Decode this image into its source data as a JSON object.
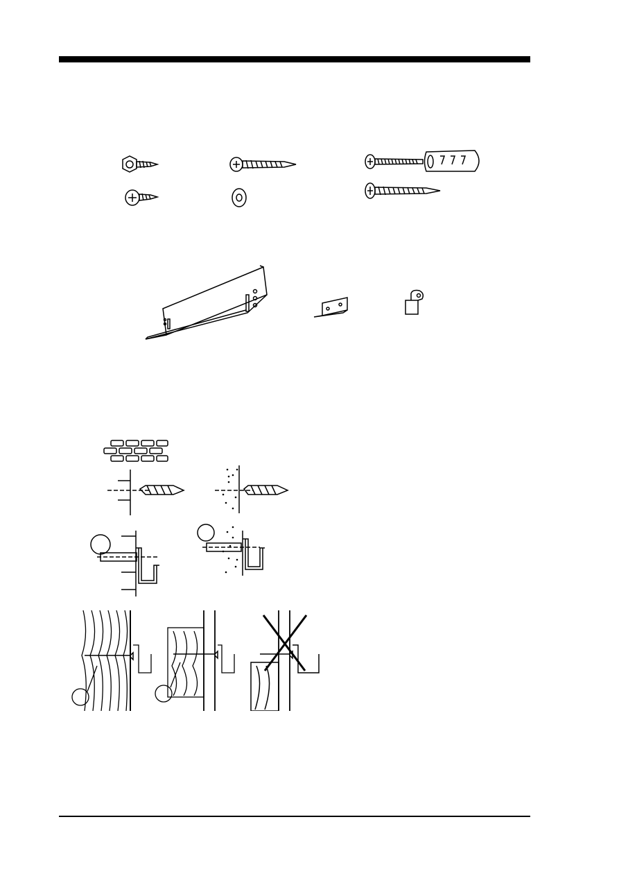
{
  "document": {
    "type": "installation-manual-page",
    "figures": [
      {
        "id": "fasteners",
        "icons": [
          "hex-screw-icon",
          "pan-head-screw-icon",
          "long-screw-icon",
          "washer-icon",
          "machine-screw-icon",
          "wall-plug-icon",
          "countersunk-screw-icon"
        ]
      },
      {
        "id": "brackets",
        "icons": [
          "mounting-rail-icon",
          "angle-bracket-icon",
          "clip-bracket-icon"
        ]
      },
      {
        "id": "wall-mounting",
        "icons": [
          "brick-wall-icon",
          "drill-bit-icon",
          "plug-in-wall-icon",
          "screw-in-wood-icon",
          "incorrect-mounting-icon"
        ]
      }
    ]
  }
}
